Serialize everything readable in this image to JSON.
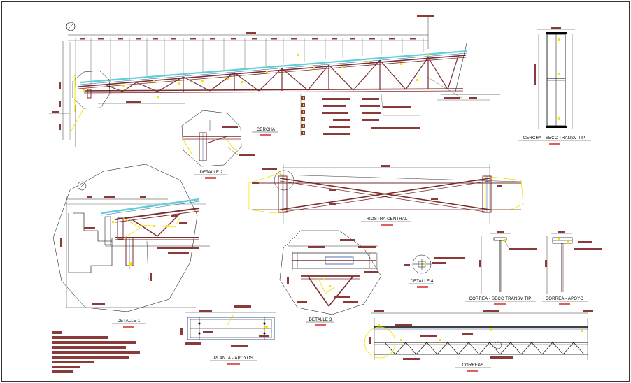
{
  "drawing": {
    "labels": {
      "cercha": "CERCHA",
      "cercha_secc": "CERCHA - SECC TRANSV TIP",
      "detalle2": "DETALLE 2",
      "riostra": "RIOSTRA CENTRAL",
      "detalle1": "DETALLE 1",
      "detalle3": "DETALLE 3",
      "detalle4": "DETALLE 4",
      "correa_secc": "CORREA - SECC TRANSV TIP",
      "correa_apoyo": "CORREA - APOYO",
      "planta_apoyos": "PLANTA - APOYOS",
      "correas": "CORREAS"
    },
    "colors": {
      "truss": "#7a2d2d",
      "tag": "#8b3a3a",
      "yellow": "#f5e400",
      "cyan": "#5fd0d8",
      "line": "#000000",
      "blue": "#2d4fa0"
    }
  }
}
